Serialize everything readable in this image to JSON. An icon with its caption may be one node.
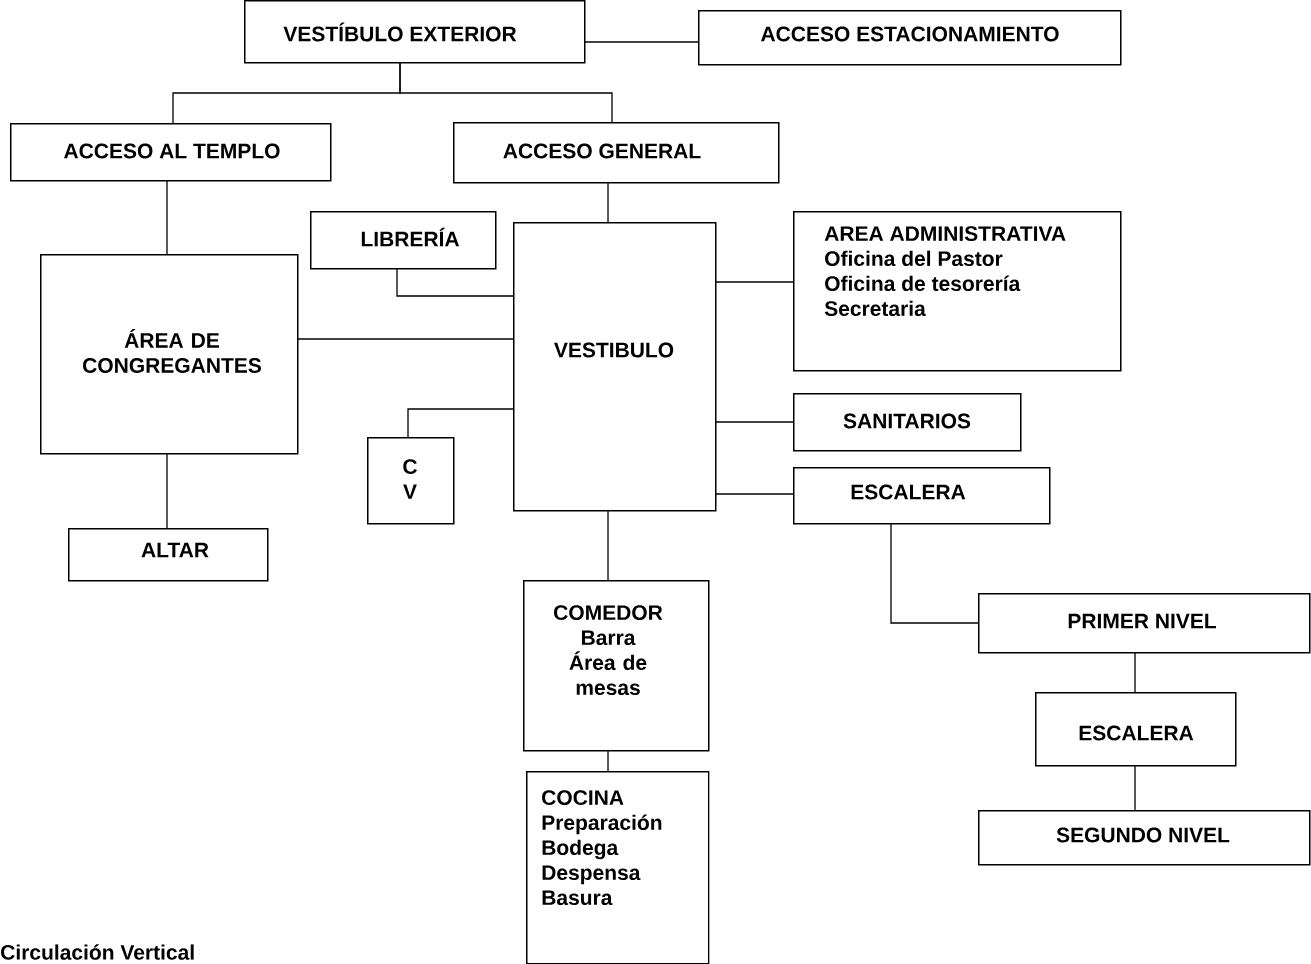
{
  "diagram": {
    "nodes": [
      {
        "text": [
          "VESTÍBULO EXTERIOR"
        ]
      },
      {
        "text": [
          "ACCESO ESTACIONAMIENTO"
        ]
      },
      {
        "text": [
          "ACCESO AL TEMPLO"
        ]
      },
      {
        "text": [
          "ACCESO GENERAL"
        ]
      },
      {
        "text": [
          "ÁREA DE CONGREGANTES"
        ]
      },
      {
        "text": [
          "LIBRERÍA"
        ]
      },
      {
        "text": [
          "VESTIBULO"
        ]
      },
      {
        "text": [
          "AREA ADMINISTRATIVA",
          "Oficina del Pastor",
          "Oficina de tesorería",
          "Secretaria"
        ]
      },
      {
        "text": [
          "SANITARIOS"
        ]
      },
      {
        "text": [
          "C V"
        ]
      },
      {
        "text": [
          "ESCALERA"
        ]
      },
      {
        "text": [
          "ALTAR"
        ]
      },
      {
        "text": [
          "COMEDOR",
          "Barra",
          "Área de mesas"
        ]
      },
      {
        "text": [
          "PRIMER NIVEL"
        ]
      },
      {
        "text": [
          "ESCALERA"
        ]
      },
      {
        "text": [
          "COCINA",
          "Preparación",
          "Bodega",
          "Despensa",
          "Basura"
        ]
      },
      {
        "text": [
          "SEGUNDO NIVEL"
        ]
      }
    ],
    "edges": [
      {
        "from": 0,
        "to": 1,
        "arrow": "none"
      },
      {
        "from": 0,
        "to": 2,
        "arrow": "none"
      },
      {
        "from": 0,
        "to": 3,
        "arrow": "none"
      },
      {
        "from": 2,
        "to": 4,
        "arrow": "none"
      },
      {
        "from": 3,
        "to": 6,
        "arrow": "none"
      },
      {
        "from": 5,
        "to": 6,
        "arrow": "none"
      },
      {
        "from": 4,
        "to": 6,
        "arrow": "none"
      },
      {
        "from": 9,
        "to": 6,
        "arrow": "none"
      },
      {
        "from": 6,
        "to": 7,
        "arrow": "none"
      },
      {
        "from": 6,
        "to": 8,
        "arrow": "none"
      },
      {
        "from": 6,
        "to": 10,
        "arrow": "none"
      },
      {
        "from": 4,
        "to": 11,
        "arrow": "none"
      },
      {
        "from": 6,
        "to": 12,
        "arrow": "none"
      },
      {
        "from": 12,
        "to": 15,
        "arrow": "none"
      },
      {
        "from": 10,
        "to": 13,
        "arrow": "none"
      },
      {
        "from": 13,
        "to": 14,
        "arrow": "none"
      },
      {
        "from": 14,
        "to": 16,
        "arrow": "none"
      }
    ],
    "labels": [
      "Circulación Vertical"
    ]
  }
}
